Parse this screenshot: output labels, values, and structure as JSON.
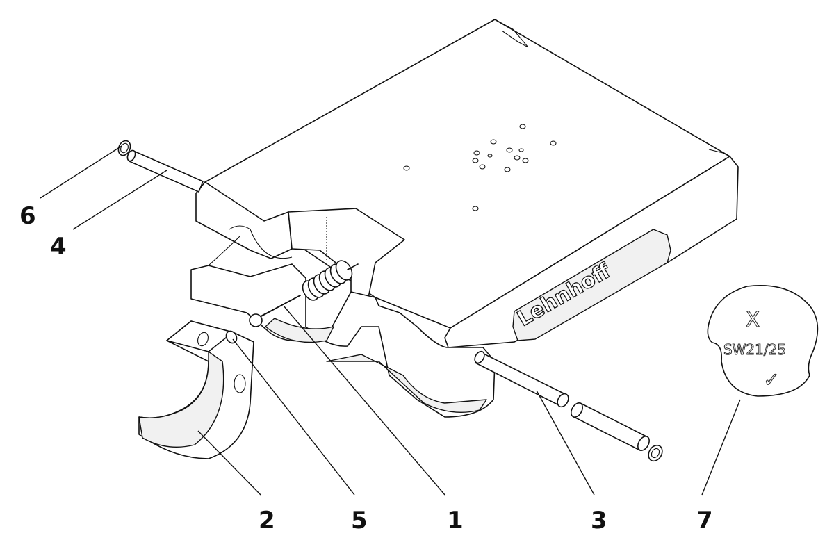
{
  "brand": "Lehnhoff",
  "badge": {
    "symbol": "X",
    "size_label": "SW21/25",
    "check_mark": "✓"
  },
  "callouts": [
    "1",
    "2",
    "3",
    "4",
    "5",
    "6",
    "7"
  ],
  "colors": {
    "ink": "#111111",
    "paper": "#ffffff"
  }
}
